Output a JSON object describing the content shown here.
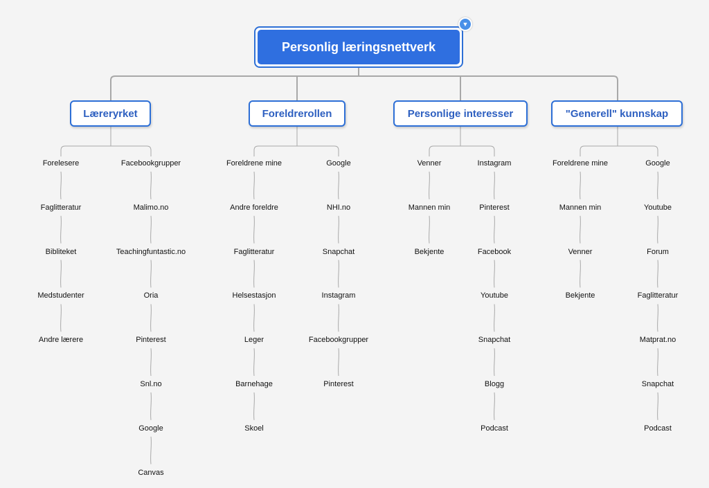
{
  "root": {
    "label": "Personlig læringsnettverk"
  },
  "branches": [
    {
      "label": "Læreryrket",
      "columns": [
        [
          "Forelesere",
          "Faglitteratur",
          "Bibliteket",
          "Medstudenter",
          "Andre lærere"
        ],
        [
          "Facebookgrupper",
          "Malimo.no",
          "Teachingfuntastic.no",
          "Oria",
          "Pinterest",
          "Snl.no",
          "Google",
          "Canvas"
        ]
      ]
    },
    {
      "label": "Foreldrerollen",
      "columns": [
        [
          "Foreldrene mine",
          "Andre foreldre",
          "Faglitteratur",
          "Helsestasjon",
          "Leger",
          "Barnehage",
          "Skoel"
        ],
        [
          "Google",
          "NHI.no",
          "Snapchat",
          "Instagram",
          "Facebookgrupper",
          "Pinterest"
        ]
      ]
    },
    {
      "label": "Personlige interesser",
      "columns": [
        [
          "Venner",
          "Mannen min",
          "Bekjente"
        ],
        [
          "Instagram",
          "Pinterest",
          "Facebook",
          "Youtube",
          "Snapchat",
          "Blogg",
          "Podcast"
        ]
      ]
    },
    {
      "label": "\"Generell\" kunnskap",
      "columns": [
        [
          "Foreldrene mine",
          "Mannen min",
          "Venner",
          "Bekjente"
        ],
        [
          "Google",
          "Youtube",
          "Forum",
          "Faglitteratur",
          "Matprat.no",
          "Snapchat",
          "Podcast"
        ]
      ]
    }
  ],
  "colors": {
    "accent": "#2d6fd6",
    "root_fill": "#2f6fe0",
    "connector": "#a8a8a8",
    "background": "#f4f4f4"
  }
}
